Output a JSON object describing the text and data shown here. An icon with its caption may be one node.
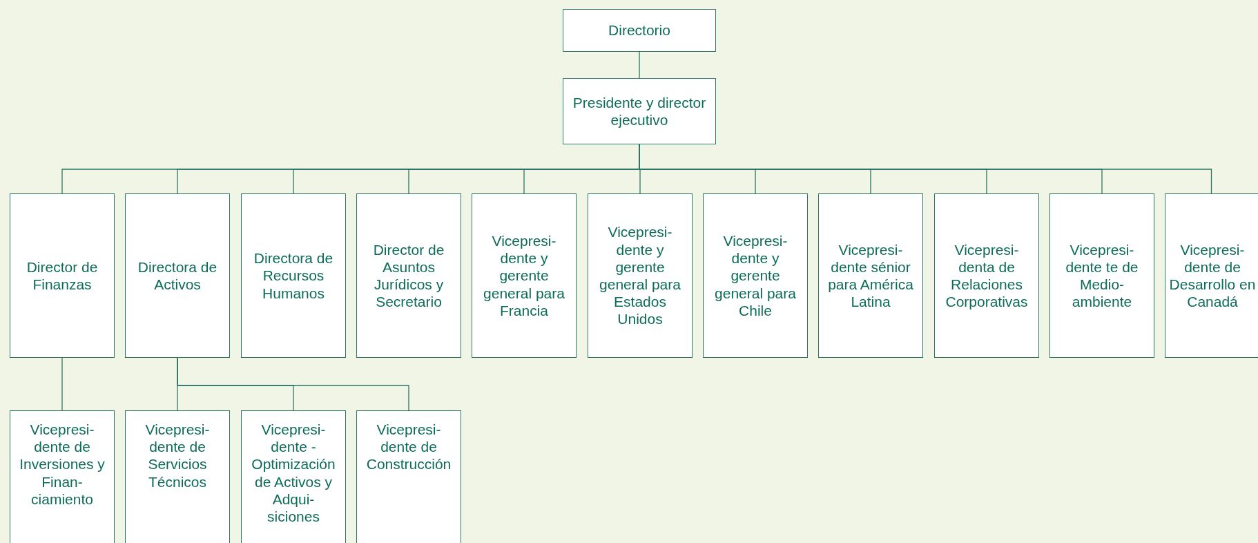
{
  "diagram": {
    "nodes": [
      {
        "text": [
          "Directorio"
        ]
      },
      {
        "text": [
          "Presidente y director ejecutivo"
        ]
      },
      {
        "text": [
          "Director de Finanzas"
        ]
      },
      {
        "text": [
          "Directora de Activos"
        ]
      },
      {
        "text": [
          "Directora de Recursos Humanos"
        ]
      },
      {
        "text": [
          "Director de Asuntos Jurídicos y Secretario"
        ]
      },
      {
        "text": [
          "Vicepresi- dente y gerente general para Francia"
        ]
      },
      {
        "text": [
          "Vicepresi- dente y gerente general para Estados Unidos"
        ]
      },
      {
        "text": [
          "Vicepresi- dente y gerente general para Chile"
        ]
      },
      {
        "text": [
          "Vicepresi- dente sénior para América Latina"
        ]
      },
      {
        "text": [
          "Vicepresi- denta de Relaciones Corporativas"
        ]
      },
      {
        "text": [
          "Vicepresi- dente te de Medio- ambiente"
        ]
      },
      {
        "text": [
          "Vicepresi- dente de Desarrollo en Canadá"
        ]
      },
      {
        "text": [
          "Vicepresi- dente de Inversiones y Finan- ciamiento"
        ]
      },
      {
        "text": [
          "Vicepresi- dente de Servicios Técnicos"
        ]
      },
      {
        "text": [
          "Vicepresi- dente - Optimización de Activos y Adqui- siciones"
        ]
      },
      {
        "text": [
          "Vicepresi- dente de Construcción"
        ]
      }
    ],
    "edges": [
      {
        "from": 0,
        "to": 1,
        "arrow": "none"
      },
      {
        "from": 1,
        "to": 2,
        "arrow": "none"
      },
      {
        "from": 1,
        "to": 3,
        "arrow": "none"
      },
      {
        "from": 1,
        "to": 4,
        "arrow": "none"
      },
      {
        "from": 1,
        "to": 5,
        "arrow": "none"
      },
      {
        "from": 1,
        "to": 6,
        "arrow": "none"
      },
      {
        "from": 1,
        "to": 7,
        "arrow": "none"
      },
      {
        "from": 1,
        "to": 8,
        "arrow": "none"
      },
      {
        "from": 1,
        "to": 9,
        "arrow": "none"
      },
      {
        "from": 1,
        "to": 10,
        "arrow": "none"
      },
      {
        "from": 1,
        "to": 11,
        "arrow": "none"
      },
      {
        "from": 1,
        "to": 12,
        "arrow": "none"
      },
      {
        "from": 2,
        "to": 13,
        "arrow": "none"
      },
      {
        "from": 3,
        "to": 14,
        "arrow": "none"
      },
      {
        "from": 3,
        "to": 15,
        "arrow": "none"
      },
      {
        "from": 3,
        "to": 16,
        "arrow": "none"
      }
    ]
  }
}
